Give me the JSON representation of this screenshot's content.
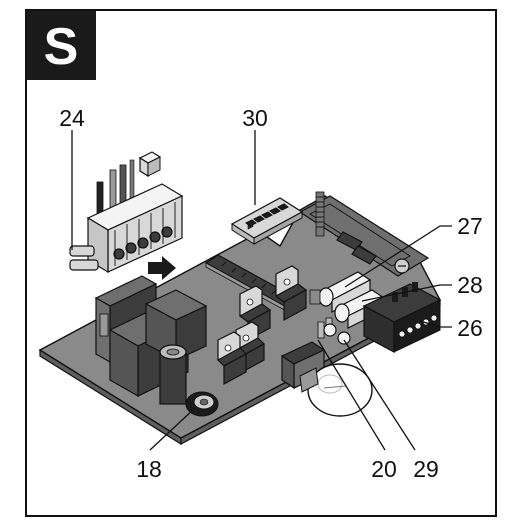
{
  "badge": {
    "letter": "S"
  },
  "callouts": {
    "c24": "24",
    "c30": "30",
    "c27": "27",
    "c28": "28",
    "c26": "26",
    "c29": "29",
    "c20": "20",
    "c18": "18"
  },
  "colors": {
    "frame": "#111111",
    "badge_bg": "#1a1a1a",
    "board": "#8a8a8a",
    "component_dark": "#3c3c3c"
  }
}
